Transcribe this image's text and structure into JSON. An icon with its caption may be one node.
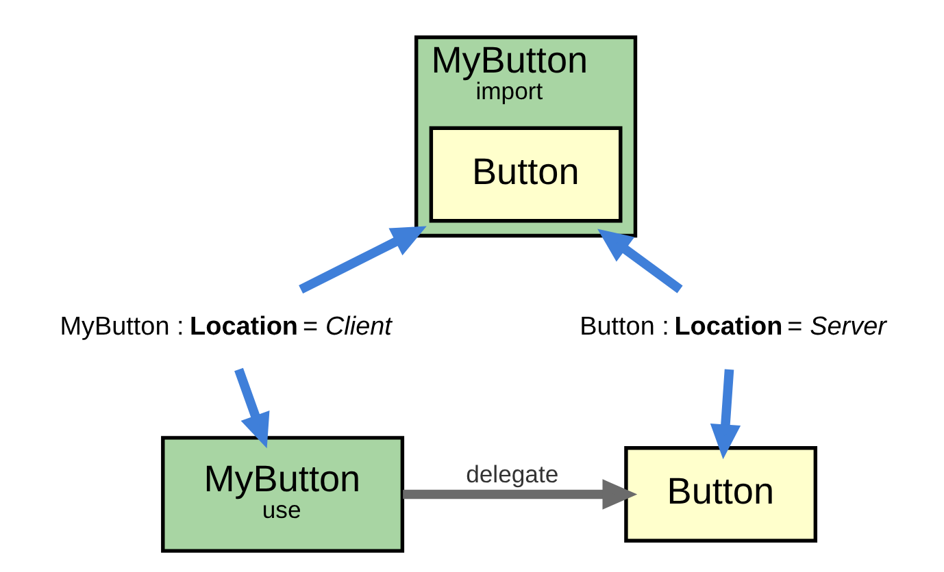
{
  "diagram": {
    "nodes": [
      {
        "text": [
          "MyButton",
          "import"
        ]
      },
      {
        "text": [
          "Button"
        ],
        "in": 0
      },
      {
        "text": [
          "MyButton : **Location** = *Client*"
        ]
      },
      {
        "text": [
          "Button : **Location** = *Server*"
        ]
      },
      {
        "text": [
          "MyButton",
          "use"
        ]
      },
      {
        "text": [
          "Button"
        ]
      }
    ],
    "edges": [
      {
        "from": 2,
        "to": 0,
        "arrow": "to"
      },
      {
        "from": 2,
        "to": 4,
        "arrow": "to"
      },
      {
        "from": 3,
        "to": 5,
        "arrow": "to"
      },
      {
        "from": 3,
        "to": 0,
        "arrow": "to"
      },
      {
        "from": 4,
        "to": 5,
        "arrow": "to",
        "label": "delegate",
        "color": "#6b6b6b"
      }
    ]
  }
}
